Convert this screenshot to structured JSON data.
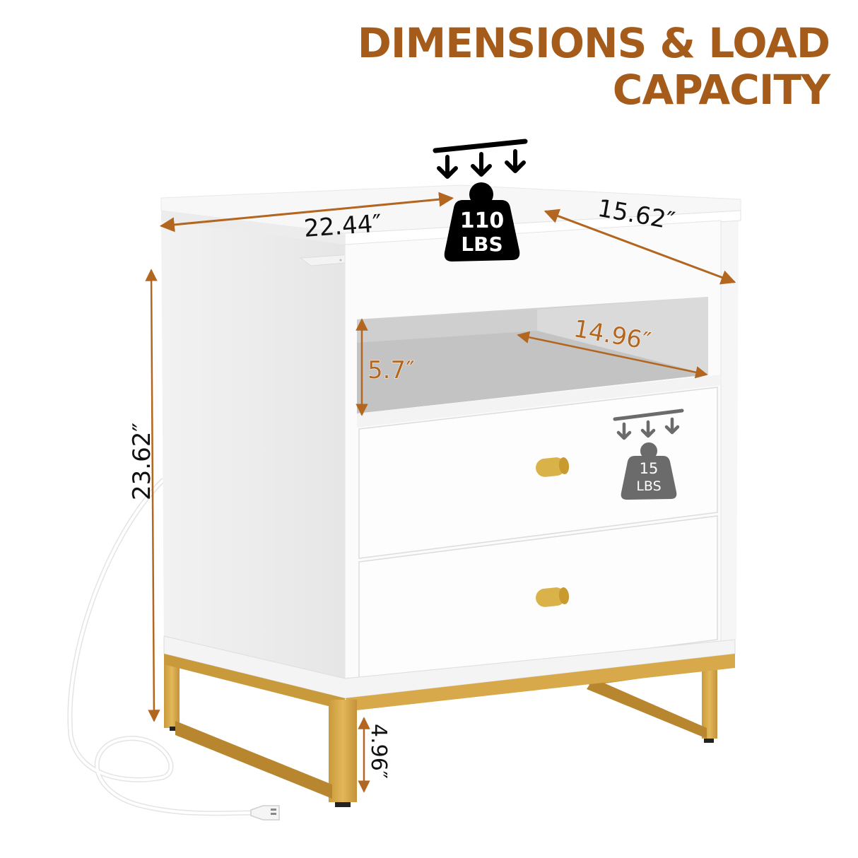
{
  "title": {
    "line1": "DIMENSIONS & LOAD",
    "line2": "CAPACITY",
    "color": "#a55c1b"
  },
  "dimensions": {
    "width": "22.44″",
    "depth": "15.62″",
    "height": "23.62″",
    "shelf_height": "5.7″",
    "shelf_depth": "14.96″",
    "leg_height": "4.96″",
    "arrow_color": "#b3661f"
  },
  "load_capacity": {
    "top": {
      "value": "110",
      "unit": "LBS",
      "color": "#000000"
    },
    "drawer": {
      "value": "15",
      "unit": "LBS",
      "color": "#6b6b6b"
    }
  },
  "product": {
    "body_color": "#ffffff",
    "frame_color": "#d8a94a",
    "knob_color": "#d9b24a",
    "drawers": 2,
    "open_shelves": 1,
    "features": [
      "charging-station-top",
      "power-cord-with-plug",
      "gold-metal-frame"
    ]
  }
}
